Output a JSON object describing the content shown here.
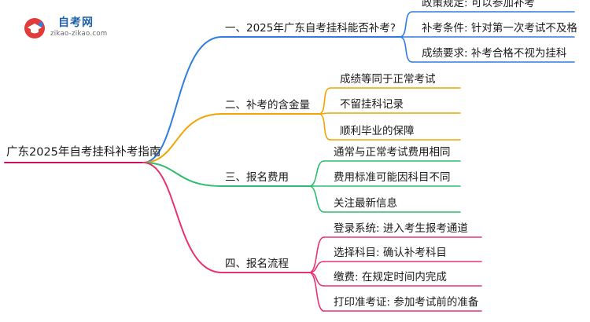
{
  "logo": {
    "title": "自考网",
    "subtitle": "zikao-zikao.com",
    "mark": "graduation-cap-icon"
  },
  "mindmap": {
    "root": "广东2025年自考挂科补考指南",
    "branches": [
      {
        "label": "一、2025年广东自考挂科能否补考?",
        "color": "#2f7de1",
        "children": [
          "政策规定: 可以参加补考",
          "补考条件: 针对第一次考试不及格",
          "成绩要求: 补考合格不视为挂科"
        ]
      },
      {
        "label": "二、补考的含金量",
        "color": "#f0a500",
        "children": [
          "成绩等同于正常考试",
          "不留挂科记录",
          "顺利毕业的保障"
        ]
      },
      {
        "label": "三、报名费用",
        "color": "#2ebd6e",
        "children": [
          "通常与正常考试费用相同",
          "费用标准可能因科目不同",
          "关注最新信息"
        ]
      },
      {
        "label": "四、报名流程",
        "color": "#e8336d",
        "children": [
          "登录系统: 进入考生报考通道",
          "选择科目: 确认补考科目",
          "缴费: 在规定时间内完成",
          "打印准考证: 参加考试前的准备"
        ]
      }
    ]
  }
}
